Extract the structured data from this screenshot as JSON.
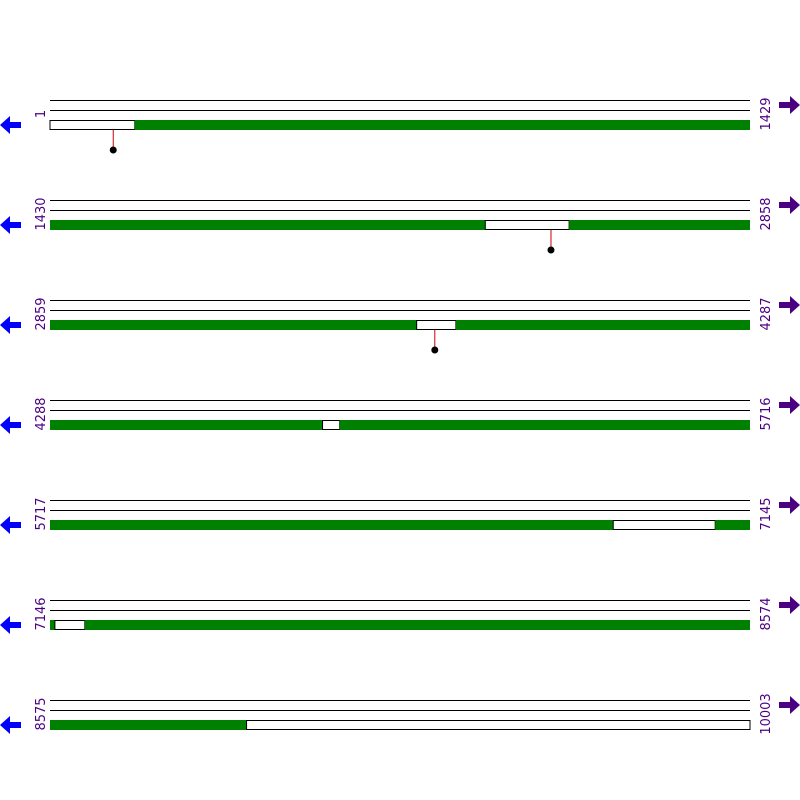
{
  "colors": {
    "feature": "#008000",
    "gap": "#ffffff",
    "track_line": "#000000",
    "marker_line": "#cc0000",
    "marker_dot": "#000000",
    "left_arrow": "#0000ff",
    "right_arrow": "#4b0082",
    "label": "#4b0082"
  },
  "icons": {
    "left": "left-arrow-icon",
    "right": "right-arrow-icon"
  },
  "rows": [
    {
      "start_label": "1",
      "end_label": "1429",
      "start": 1,
      "end": 1429,
      "features": [
        [
          1,
          174,
          "gap"
        ],
        [
          174,
          1429,
          "feature"
        ]
      ],
      "markers": [
        130
      ]
    },
    {
      "start_label": "1430",
      "end_label": "2858",
      "start": 1430,
      "end": 2858,
      "features": [
        [
          1430,
          2318,
          "feature"
        ],
        [
          2318,
          2489,
          "gap"
        ],
        [
          2489,
          2858,
          "feature"
        ]
      ],
      "markers": [
        2452
      ]
    },
    {
      "start_label": "2859",
      "end_label": "4287",
      "start": 2859,
      "end": 4287,
      "features": [
        [
          2859,
          3607,
          "feature"
        ],
        [
          3607,
          3687,
          "gap"
        ],
        [
          3687,
          4287,
          "feature"
        ]
      ],
      "markers": [
        3644
      ]
    },
    {
      "start_label": "4288",
      "end_label": "5716",
      "start": 4288,
      "end": 5716,
      "features": [
        [
          4288,
          4844,
          "feature"
        ],
        [
          4844,
          4879,
          "gap"
        ],
        [
          4879,
          5716,
          "feature"
        ]
      ],
      "markers": []
    },
    {
      "start_label": "5717",
      "end_label": "7145",
      "start": 5717,
      "end": 7145,
      "features": [
        [
          5717,
          6866,
          "feature"
        ],
        [
          6866,
          7074,
          "gap"
        ],
        [
          7074,
          7145,
          "feature"
        ]
      ],
      "markers": []
    },
    {
      "start_label": "7146",
      "end_label": "8574",
      "start": 7146,
      "end": 8574,
      "features": [
        [
          7146,
          7156,
          "feature"
        ],
        [
          7156,
          7217,
          "gap"
        ],
        [
          7217,
          8574,
          "feature"
        ]
      ],
      "markers": []
    },
    {
      "start_label": "8575",
      "end_label": "10003",
      "start": 8575,
      "end": 10003,
      "features": [
        [
          8575,
          8976,
          "feature"
        ],
        [
          8976,
          10003,
          "gap"
        ]
      ],
      "markers": []
    }
  ]
}
